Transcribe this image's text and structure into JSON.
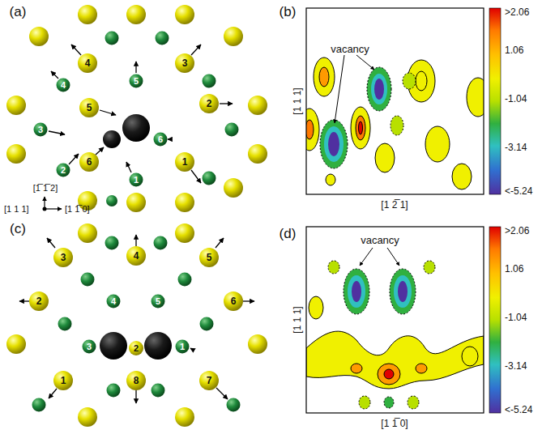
{
  "diagram": {
    "labels": [
      "(a)",
      "(b)",
      "(c)",
      "(d)",
      "4",
      "3",
      "4",
      "5",
      "5",
      "2",
      "3",
      "6",
      "2",
      "6",
      "1",
      "1",
      "[1̅ 1̅ 2]",
      "[1 1 1]",
      "[1 1̅ 0]",
      "vacancy",
      "[1 1 1]",
      "[1 2̅ 1]",
      ">2.06",
      "1.06",
      "-1.04",
      "-3.14",
      "<-5.24",
      "3",
      "4",
      "5",
      "2",
      "4",
      "5",
      "6",
      "3",
      "2",
      "1",
      "1",
      "8",
      "7",
      "vacancy",
      "[1 1 1]",
      "[1 1̅ 0]",
      ">2.06",
      "1.06",
      "-1.04",
      "-3.14",
      "<-5.24"
    ]
  }
}
